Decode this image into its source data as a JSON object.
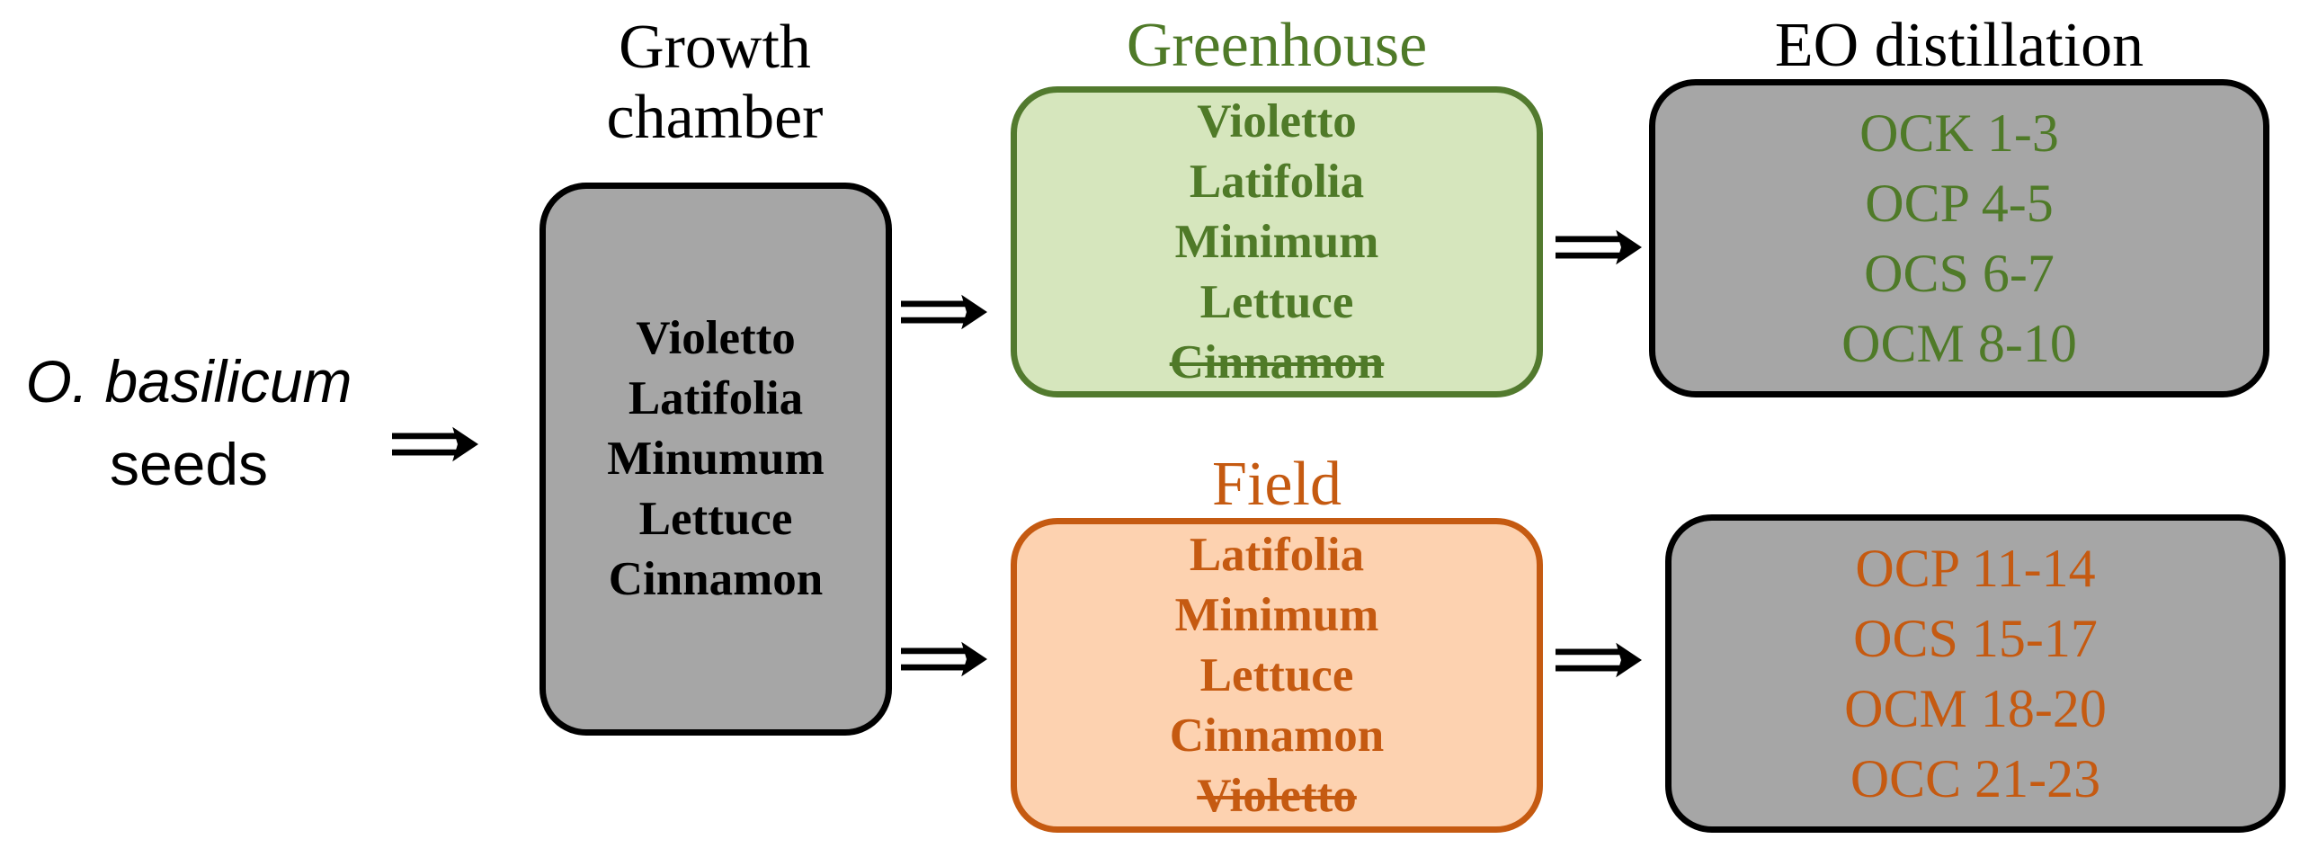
{
  "colors": {
    "black": "#000000",
    "gray_fill": "#a6a6a6",
    "green_text": "#4f7a28",
    "green_fill": "#d6e6bd",
    "green_border": "#527a2e",
    "orange_text": "#c55a11",
    "orange_fill": "#fdd2b0",
    "orange_border": "#c55a11"
  },
  "start": {
    "species": "O. basilicum",
    "label": "seeds"
  },
  "growth_chamber": {
    "heading_line1": "Growth",
    "heading_line2": "chamber",
    "items": [
      "Violetto",
      "Latifolia",
      "Minumum",
      "Lettuce",
      "Cinnamon"
    ]
  },
  "greenhouse": {
    "heading": "Greenhouse",
    "items": [
      {
        "label": "Violetto",
        "struck": false
      },
      {
        "label": "Latifolia",
        "struck": false
      },
      {
        "label": "Minimum",
        "struck": false
      },
      {
        "label": "Lettuce",
        "struck": false
      },
      {
        "label": "Cinnamon",
        "struck": true
      }
    ]
  },
  "field": {
    "heading": "Field",
    "items": [
      {
        "label": "Latifolia",
        "struck": false
      },
      {
        "label": "Minimum",
        "struck": false
      },
      {
        "label": "Lettuce",
        "struck": false
      },
      {
        "label": "Cinnamon",
        "struck": false
      },
      {
        "label": "Violetto",
        "struck": true
      }
    ]
  },
  "eo_distillation": {
    "heading": "EO distillation",
    "greenhouse_samples": [
      "OCK 1-3",
      "OCP 4-5",
      "OCS 6-7",
      "OCM 8-10"
    ],
    "field_samples": [
      "OCP 11-14",
      "OCS 15-17",
      "OCM 18-20",
      "OCC 21-23"
    ]
  },
  "arrow_icon": "double-arrow-right-icon"
}
